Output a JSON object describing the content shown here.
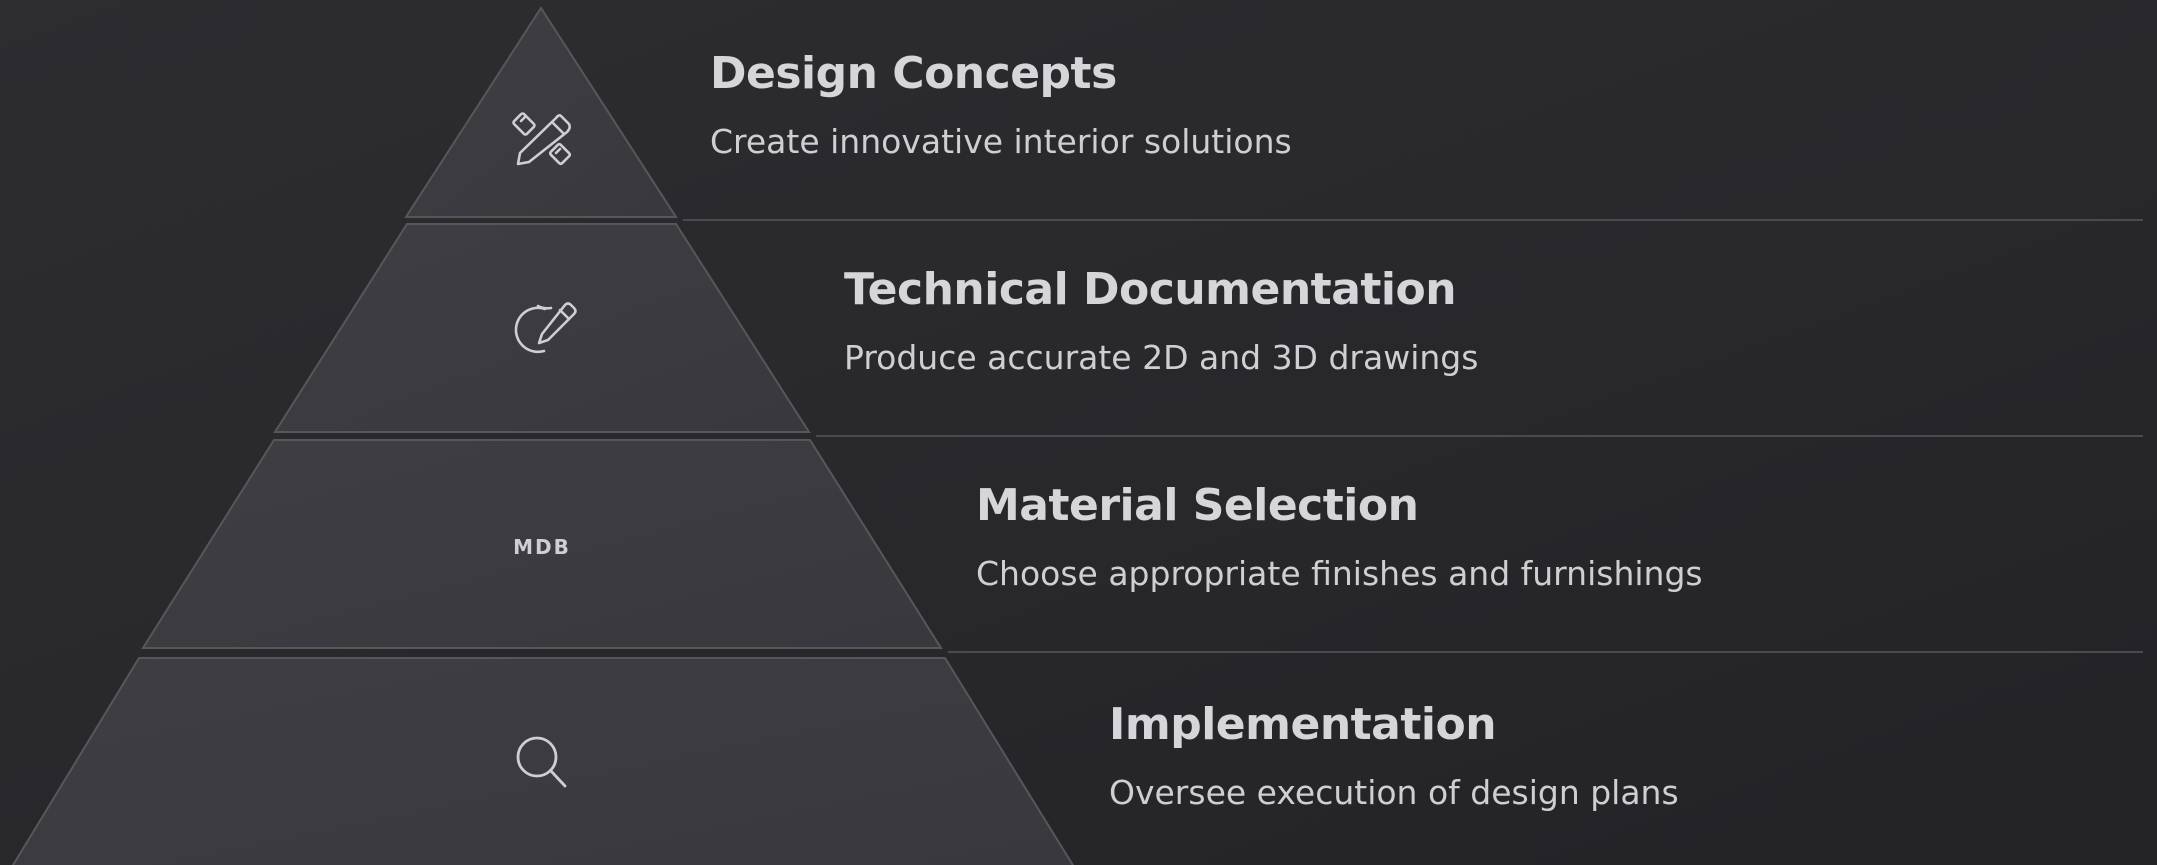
{
  "colors": {
    "background": "#28282b",
    "tier_fill": "#3b3b40",
    "tier_stroke": "#56565c",
    "divider": "#4a4a50",
    "icon": "#cfcfd3",
    "title": "#d6d6da",
    "description": "#cfcfd3"
  },
  "levels": [
    {
      "title": "Design Concepts",
      "description": "Create innovative interior solutions",
      "icon": "pencil-ruler-icon"
    },
    {
      "title": "Technical Documentation",
      "description": "Produce accurate 2D and 3D drawings",
      "icon": "edit-circle-icon"
    },
    {
      "title": "Material Selection",
      "description": "Choose appropriate finishes and furnishings",
      "icon": "mdb-logo",
      "icon_text": "MDB"
    },
    {
      "title": "Implementation",
      "description": "Oversee execution of design plans",
      "icon": "search-icon"
    }
  ]
}
